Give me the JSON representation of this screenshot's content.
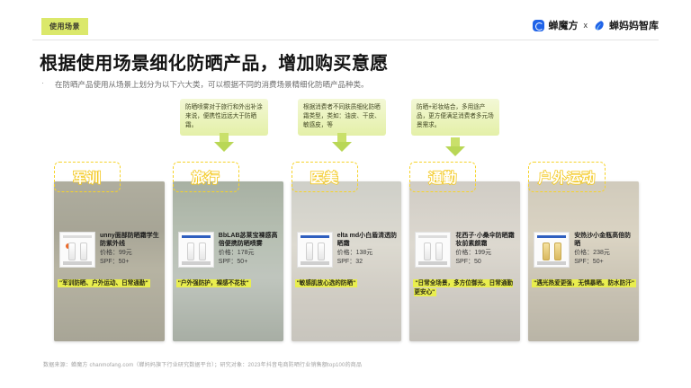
{
  "header": {
    "tag": "使用场景",
    "brand_primary": "蝉魔方",
    "brand_separator": "x",
    "brand_secondary": "蝉妈妈智库",
    "title": "根据使用场景细化防晒产品，增加购买意愿",
    "bullet_marker": "·",
    "subtitle": "在防晒产品使用从场景上划分为以下六大类，可以根据不同的消费场景精细化防晒产品种类。"
  },
  "callouts": [
    {
      "text": "防晒喷雾对于旅行和外出补涂来说，便携性远远大于防晒霜。"
    },
    {
      "text": "根据消费者不同肤质细化防晒霜类型，类如：油皮、干皮、敏感皮，等"
    },
    {
      "text": "防晒+彩妆结合，多用途产品，更方便满足消费者多元场景需求。"
    }
  ],
  "cards": [
    {
      "title": "军训",
      "product_name": "unny面部防晒霜学生防紫外线",
      "price": "价格：99元",
      "spf": "SPF：50+",
      "caption": "\"军训防晒、户外运动、日常通勤\""
    },
    {
      "title": "旅行",
      "product_name": "BbLAB苾莱宝裸感高倍便携防晒喷雾",
      "price": "价格：178元",
      "spf": "SPF：50+",
      "caption": "\"户外强防护，裸感不花妆\""
    },
    {
      "title": "医美",
      "product_name": "elta md小白盾清透防晒霜",
      "price": "价格：138元",
      "spf": "SPF：32",
      "caption": "\"敏感肌放心选的防晒\""
    },
    {
      "title": "通勤",
      "product_name": "花西子·小桑伞防晒霜妆前素颜霜",
      "price": "价格：199元",
      "spf": "SPF：50",
      "caption": "\"日常全场景，多方位御光。日常通勤更安心\""
    },
    {
      "title": "户外运动",
      "product_name": "安热沙小金瓶高倍防晒",
      "price": "价格：238元",
      "spf": "SPF：50+",
      "caption": "\"遇光热爱更强，无惧暴晒。防水防汗\""
    }
  ],
  "footer": {
    "source": "数据来源：蝉魔方 chanmofang.com（蝉妈妈旗下行业研究数据平台）；研究对象：2023年抖音电商防晒行业销售额top100的商品"
  },
  "colors": {
    "tag_bg": "#dbe86b",
    "callout_bg": "#e4f0a8",
    "arrow": "#c9e06a",
    "title_stroke": "#f3c81f",
    "dashed_border": "#f6d32a",
    "highlight": "#e9ee4e",
    "brand_blue": "#1f63e8"
  }
}
